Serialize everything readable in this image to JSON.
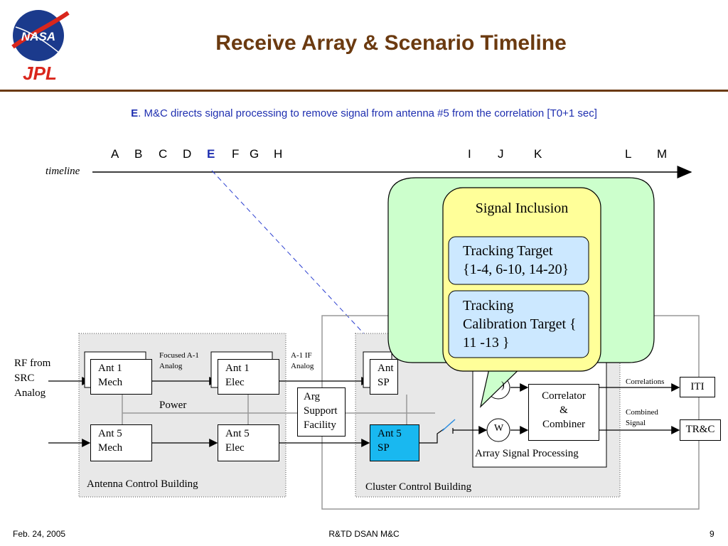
{
  "header": {
    "title": "Receive Array & Scenario Timeline",
    "logo_nasa": "NASA",
    "logo_jpl": "JPL"
  },
  "subtitle": {
    "step": "E",
    "text": ". M&C directs signal processing to remove signal from antenna #5 from the correlation [T0+1 sec]"
  },
  "timeline": {
    "label": "timeline",
    "letters": [
      "A",
      "B",
      "C",
      "D",
      "E",
      "F",
      "G",
      "H",
      "I",
      "J",
      "K",
      "L",
      "M"
    ],
    "highlight": "E"
  },
  "input": {
    "rf_label": "RF from\nSRC\nAnalog"
  },
  "antenna_building": {
    "label": "Antenna Control Building",
    "ant1_mech": "Ant 1\nMech",
    "ant5_mech": "Ant 5\nMech",
    "ant1_elec": "Ant 1\nElec",
    "ant5_elec": "Ant 5\nElec",
    "focused_label": "Focused A-1\nAnalog",
    "power_label": "Power"
  },
  "links": {
    "a1if_label": "A-1 IF\nAnalog",
    "arg_support": "Arg\nSupport\nFacility"
  },
  "cluster_building": {
    "label": "Cluster Control Building",
    "ant1_sp": "Ant\nSP",
    "ant5_sp": "Ant 5\nSP",
    "asp_label": "Array Signal Processing",
    "w_label": "W",
    "w2_label": ")",
    "correlator": "Correlator\n&\nCombiner",
    "correlations_label": "Correlations",
    "combined_label": "Combined\nSignal"
  },
  "outputs": {
    "iti": "ITI",
    "trc": "TR&C"
  },
  "balloon": {
    "title": "Signal Inclusion",
    "item1": "Tracking Target\n{1-4, 6-10, 14-20}",
    "item2": "Tracking\nCalibration Target {\n11 -13 }"
  },
  "footer": {
    "date": "Feb. 24, 2005",
    "center": "R&TD DSAN M&C",
    "page": "9"
  },
  "colors": {
    "title": "#6b3a10",
    "subtitle": "#1f2fb0",
    "balloon_fill": "#ccffcc",
    "yellow": "#ffff99",
    "blue_box": "#cce8ff",
    "ant5sp": "#19b8f0"
  }
}
